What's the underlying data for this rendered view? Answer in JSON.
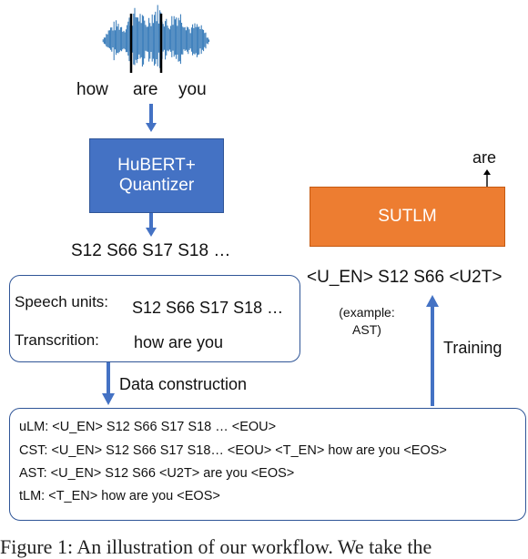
{
  "waveform_words": [
    "how",
    "are",
    "you"
  ],
  "encoder_box": {
    "line1": "HuBERT+",
    "line2": "Quantizer"
  },
  "unit_sequence": "S12 S66 S17 S18 …",
  "model_box": {
    "label": "SUTLM",
    "output_token": "are"
  },
  "model_input": "<U_EN> S12 S66 <U2T>",
  "example_note": {
    "line1": "(example:",
    "line2": "AST)"
  },
  "training_label": "Training",
  "sample": {
    "speech_units_label": "Speech units:",
    "speech_units_value": "S12 S66 S17 S18 …",
    "transcription_label": "Transcrition:",
    "transcription_value": "how are you"
  },
  "data_construction_label": "Data construction",
  "data_lines": [
    "uLM: <U_EN> S12 S66 S17 S18 … <EOU>",
    "CST: <U_EN> S12 S66 S17 S18… <EOU> <T_EN> how are you <EOS>",
    "AST: <U_EN> S12 S66 <U2T> are you <EOS>",
    "tLM: <T_EN> how are you <EOS>"
  ],
  "caption": "Figure 1:  An illustration of our workflow. We take the",
  "colors": {
    "encoder_fill": "#4472c4",
    "model_fill": "#ed7d31",
    "arrow": "#4472c4",
    "border": "#2f5597"
  }
}
